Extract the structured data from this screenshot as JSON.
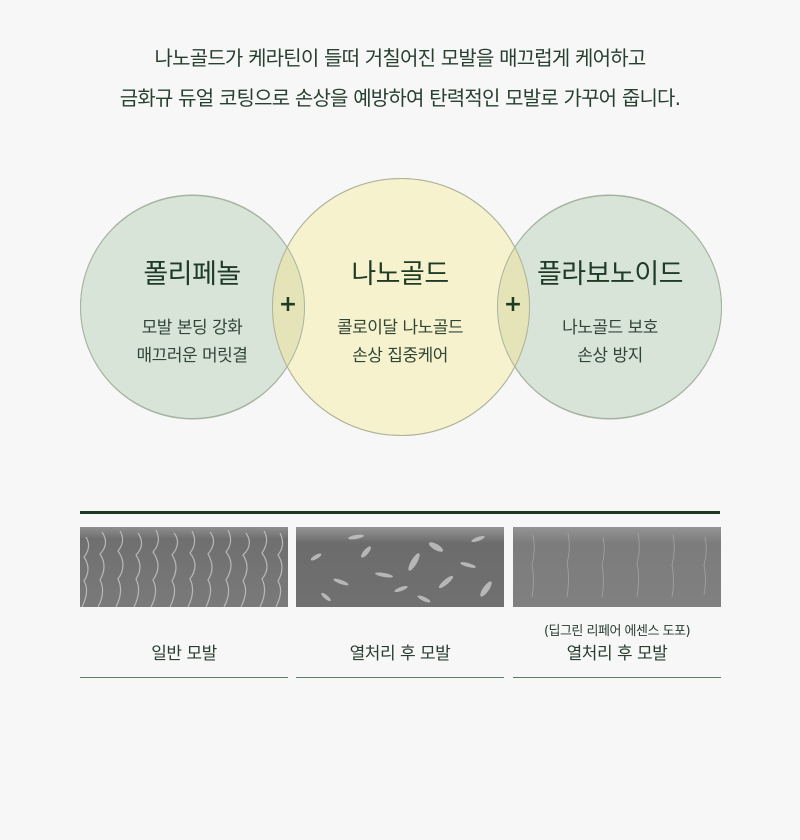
{
  "intro": {
    "line1": "나노골드가 케라틴이 들떠 거칠어진 모발을 매끄럽게 케어하고",
    "line2": "금화규 듀얼 코팅으로 손상을 예방하여 탄력적인 모발로 가꾸어 줍니다."
  },
  "venn": {
    "circles": [
      {
        "title": "폴리페놀",
        "desc1": "모발 본딩 강화",
        "desc2": "매끄러운 머릿결",
        "color": "#d6e2d6"
      },
      {
        "title": "나노골드",
        "desc1": "콜로이달 나노골드",
        "desc2": "손상 집중케어",
        "color": "#f5f0c4"
      },
      {
        "title": "플라보노이드",
        "desc1": "나노골드 보호",
        "desc2": "손상 방지",
        "color": "#d6e2d6"
      }
    ],
    "plus_symbol": "+",
    "text_color": "#1e3b26"
  },
  "comparison": {
    "rule_color": "#1c3a22",
    "items": [
      {
        "note": "",
        "caption": "일반 모발",
        "image_icon": "hair-sem-normal-image"
      },
      {
        "note": "",
        "caption": "열처리 후 모발",
        "image_icon": "hair-sem-heat-damaged-image"
      },
      {
        "note": "(딥그린 리페어 에센스 도포)",
        "caption": "열처리 후 모발",
        "image_icon": "hair-sem-treated-image"
      }
    ]
  }
}
